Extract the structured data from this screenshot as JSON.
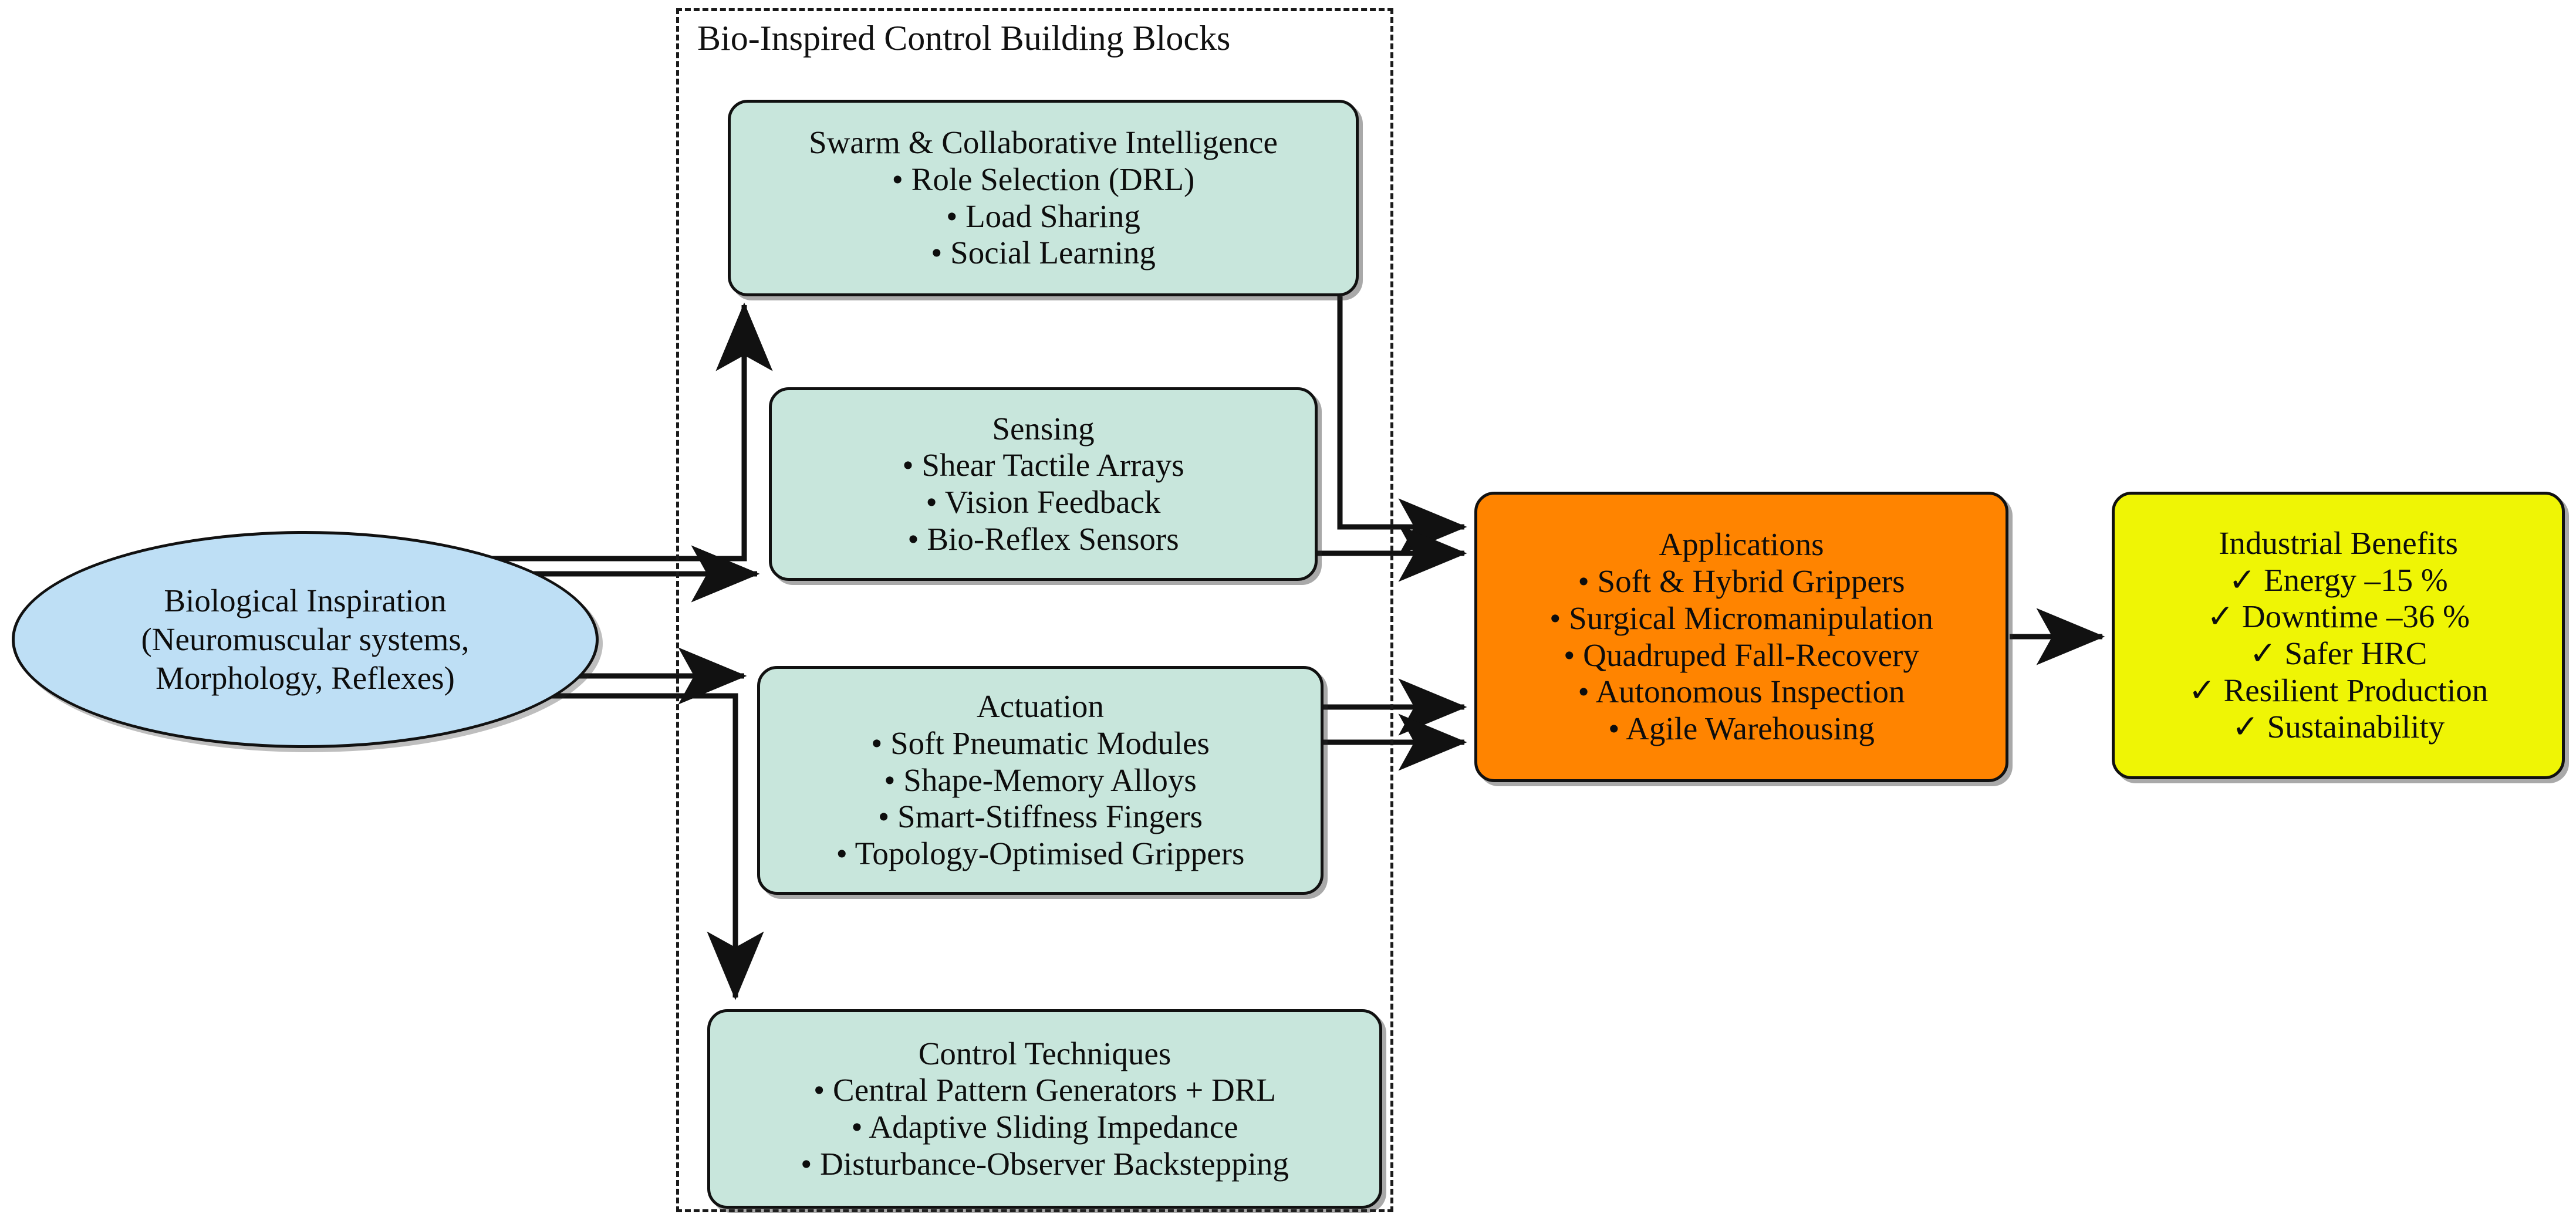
{
  "colors": {
    "mint": "#c8e6dc",
    "orange": "#ff8400",
    "yellow": "#eff505",
    "blue": "#bedff5",
    "stroke": "#111111",
    "background": "#ffffff"
  },
  "source": {
    "name": "biological-inspiration",
    "lines": [
      "Biological Inspiration",
      "(Neuromuscular systems,",
      "Morphology, Reflexes)"
    ]
  },
  "group": {
    "title": "Bio-Inspired Control Building Blocks",
    "blocks": [
      {
        "id": "swarm",
        "title": "Swarm & Collaborative Intelligence",
        "items": [
          "• Role Selection (DRL)",
          "• Load Sharing",
          "• Social Learning"
        ]
      },
      {
        "id": "sensing",
        "title": "Sensing",
        "items": [
          "• Shear Tactile Arrays",
          "• Vision Feedback",
          "• Bio-Reflex Sensors"
        ]
      },
      {
        "id": "actuation",
        "title": "Actuation",
        "items": [
          "• Soft Pneumatic Modules",
          "• Shape-Memory Alloys",
          "• Smart-Stiffness Fingers",
          "• Topology-Optimised Grippers"
        ]
      },
      {
        "id": "control",
        "title": "Control Techniques",
        "items": [
          "• Central Pattern Generators + DRL",
          "• Adaptive Sliding Impedance",
          "• Disturbance-Observer Backstepping"
        ]
      }
    ]
  },
  "applications": {
    "title": "Applications",
    "items": [
      "• Soft & Hybrid Grippers",
      "• Surgical Micromanipulation",
      "• Quadruped Fall-Recovery",
      "• Autonomous Inspection",
      "• Agile Warehousing"
    ]
  },
  "benefits": {
    "title": "Industrial Benefits",
    "items": [
      "✓ Energy –15 %",
      "✓ Downtime –36 %",
      "✓ Safer HRC",
      "✓ Resilient Production",
      "✓ Sustainability"
    ]
  },
  "connectors": [
    {
      "name": "source-to-swarm",
      "from": "biological-inspiration",
      "to": "swarm"
    },
    {
      "name": "source-to-sensing",
      "from": "biological-inspiration",
      "to": "sensing"
    },
    {
      "name": "source-to-actuation",
      "from": "biological-inspiration",
      "to": "actuation"
    },
    {
      "name": "source-to-control",
      "from": "biological-inspiration",
      "to": "control"
    },
    {
      "name": "swarm-to-applications",
      "from": "swarm",
      "to": "applications"
    },
    {
      "name": "sensing-to-applications",
      "from": "sensing",
      "to": "applications"
    },
    {
      "name": "actuation-to-applications",
      "from": "actuation",
      "to": "applications"
    },
    {
      "name": "control-to-applications",
      "from": "control",
      "to": "applications"
    },
    {
      "name": "applications-to-benefits",
      "from": "applications",
      "to": "benefits"
    }
  ]
}
